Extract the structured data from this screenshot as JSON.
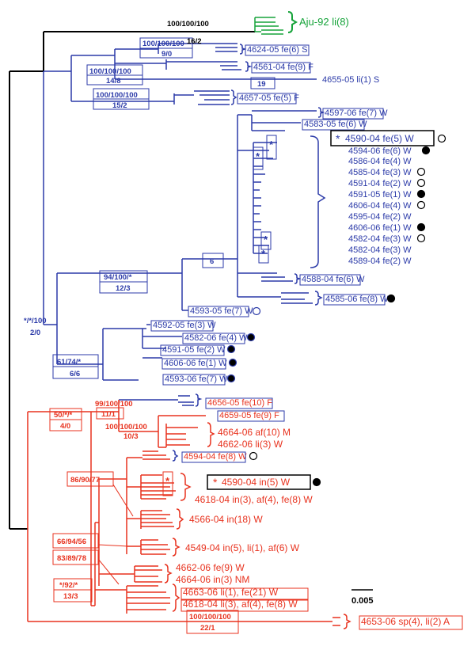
{
  "colors": {
    "black": "#000000",
    "blue": "#2b3aa8",
    "red": "#e8321e",
    "green": "#16a33a"
  },
  "support": {
    "root": "*/*/100",
    "root_sub": "2/0",
    "aju_top": "100/100/100",
    "aju_sub": "16/2",
    "a_top": "100/100/100",
    "a_sub": "9/0",
    "b_top": "100/100/100",
    "b_sub": "14/8",
    "c_top": "100/100/100",
    "c_sub": "15/2",
    "d_top": "19",
    "e_top": "6",
    "f_top": "94/100/*",
    "f_sub": "12/3",
    "g_top": "61/74/*",
    "g_sub": "6/6",
    "h_top": "50/*/*",
    "h_sub": "4/0",
    "i_top": "99/100/100",
    "i_sub": "11/1",
    "j_top": "100/100/100",
    "j_sub": "10/3",
    "k_top": "86/90/77",
    "l_top": "66/94/56",
    "m_top": "83/89/78",
    "n_top": "*/92/*",
    "n_sub": "13/3",
    "o_top": "100/100/100",
    "o_sub": "22/1"
  },
  "taxa": {
    "aju": "Aju-92 li(8)",
    "t4624": "4624-05 fe(6) S",
    "t4561": "4561-04 fe(9) F",
    "t4655": "4655-05 li(1) S",
    "t4657": "4657-05 fe(5) F",
    "t4597": "4597-06 fe(7) W",
    "t4583": "4583-05 fe(6) W",
    "t4590fe": "4590-04 fe(5) W",
    "list": [
      "4594-06 fe(6) W",
      "4586-04 fe(4) W",
      "4585-04 fe(3) W",
      "4591-04 fe(2) W",
      "4591-05 fe(1) W",
      "4606-04 fe(4) W",
      "4595-04 fe(2) W",
      "4606-06 fe(1) W",
      "4582-04 fe(3) W",
      "4582-04 fe(3) W",
      "4589-04 fe(2) W"
    ],
    "t4588": "4588-04 fe(6) W",
    "t4585": "4585-06 fe(8) W",
    "t4593a": "4593-05 fe(7) W",
    "t4592": "4592-05 fe(3) W",
    "t4582": "4582-06 fe(4) W",
    "t4591": "4591-05 fe(2) W",
    "t4606": "4606-06 fe(1) W",
    "t4593b": "4593-06 fe(7) W",
    "t4656": "4656-05 fe(10) F",
    "t4659": "4659-05 fe(9) F",
    "t4664af": "4664-06 af(10) M",
    "t4662li": "4662-06 li(3) W",
    "t4594": "4594-04 fe(8) W",
    "t4590in": "4590-04 in(5) W",
    "t4618a": "4618-04 in(3), af(4), fe(8) W",
    "t4566": "4566-04 in(18) W",
    "t4549": "4549-04 in(5), li(1), af(6) W",
    "t4662fe": "4662-06 fe(9) W",
    "t4664in": "4664-06 in(3) NM",
    "t4663": "4663-06 li(1), fe(21) W",
    "t4618b": "4618-04 li(3), af(4), fe(8) W",
    "t4653": "4653-06 sp(4), li(2) A"
  },
  "scale": "0.005",
  "star": "*"
}
